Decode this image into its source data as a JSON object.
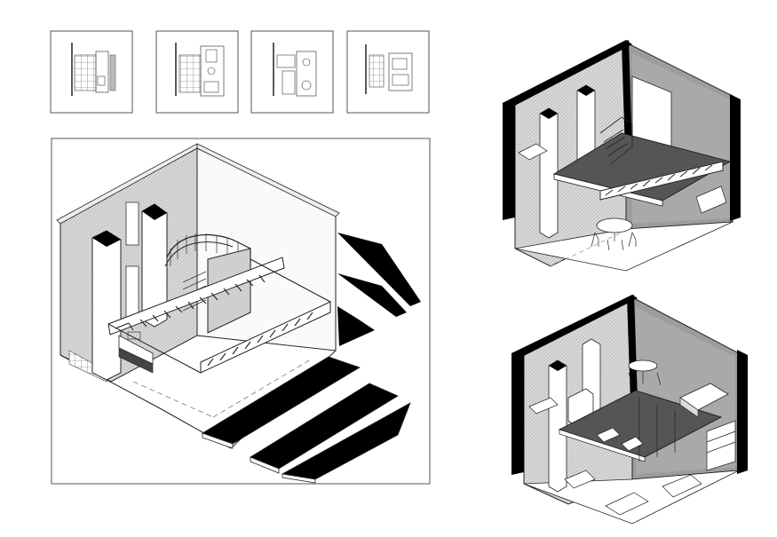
{
  "sheet": {
    "background": "#ffffff",
    "line_color": "#1a1a1a",
    "wall_fill": "#d6d6d6",
    "dark_fill": "#000000",
    "mid_fill": "#8f8f8f"
  },
  "thumbnails": [
    {
      "name": "plan-thumbnail-1"
    },
    {
      "name": "plan-thumbnail-2"
    },
    {
      "name": "plan-thumbnail-3"
    },
    {
      "name": "plan-thumbnail-4"
    }
  ]
}
